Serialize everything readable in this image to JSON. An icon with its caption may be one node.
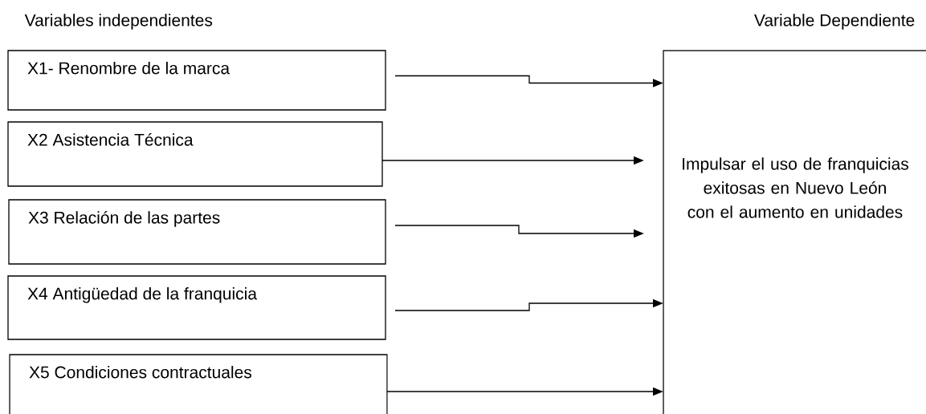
{
  "diagram": {
    "nodes": [
      {
        "text": [
          "X1- Renombre de la marca"
        ]
      },
      {
        "text": [
          "X2 Asistencia Técnica"
        ]
      },
      {
        "text": [
          "X3 Relación de las partes"
        ]
      },
      {
        "text": [
          "X4 Antigüedad de la franquicia"
        ]
      },
      {
        "text": [
          "X5 Condiciones contractuales"
        ]
      },
      {
        "text": [
          "Impulsar el uso de franquicias exitosas en Nuevo León con el aumento en unidades"
        ]
      }
    ],
    "edges": [
      {
        "from": 0,
        "to": 5,
        "arrow": "to"
      },
      {
        "from": 1,
        "to": 5,
        "arrow": "to"
      },
      {
        "from": 2,
        "to": 5,
        "arrow": "to"
      },
      {
        "from": 3,
        "to": 5,
        "arrow": "to"
      },
      {
        "from": 4,
        "to": 5,
        "arrow": "to"
      }
    ],
    "labels": [
      "Variables independientes",
      "Variable Dependiente"
    ]
  }
}
